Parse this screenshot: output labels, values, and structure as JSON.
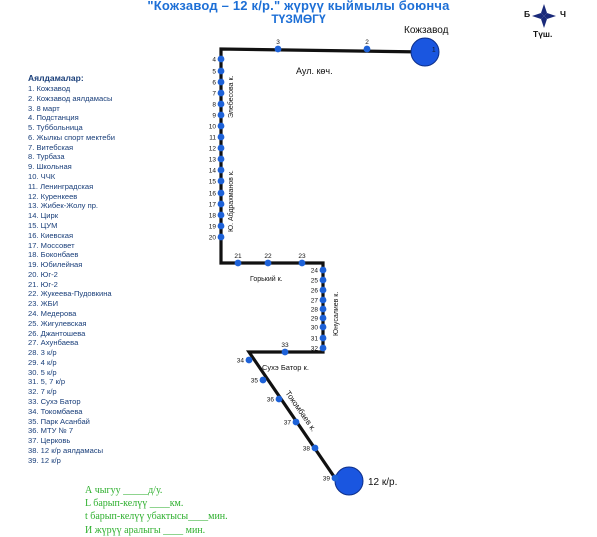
{
  "title_line1": "\"Кожзавод – 12 к/р.\" жүрүү кыймылы боюнча",
  "title_line2": "ТҮЗМӨГҮ",
  "legend_heading": "Аялдамалар:",
  "stops": [
    "1. Кожзавод",
    "2. Кожзавод аялдамасы",
    "3. 8 март",
    "4. Подстанция",
    "5. Туббольница",
    "6. Жылкы спорт мектеби",
    "7. Витебская",
    "8. Турбаза",
    "9. Школьная",
    "10. ЧЧК",
    "11. Ленинградская",
    "12. Куренкеев",
    "13. Жибек-Жолу пр.",
    "14. Цирк",
    "15. ЦУМ",
    "16. Киевская",
    "17. Моссовет",
    "18. Боконбаев",
    "19. Юбилейная",
    "20. Юг-2",
    "21. Юг-2",
    "22. Жукеева-Пудовкина",
    "23. ЖБИ",
    "24. Медерова",
    "25. Жигулевская",
    "26. Джантошева",
    "27. Ахунбаева",
    "28. 3 к/р",
    "29. 4 к/р",
    "30. 5 к/р",
    "31. 5, 7 к/р",
    "32. 7 к/р",
    "33. Сухэ Батор",
    "34. Токомбаева",
    "35. Парк Асанбай",
    "36. МТУ № 7",
    "37. Церковь",
    "38. 12 к/р аялдамасы",
    "39. 12 к/р"
  ],
  "map": {
    "terminal_start": "Кожзавод",
    "terminal_end": "12 к/р.",
    "streets": {
      "aul": "Аул. көч.",
      "zhlebesova": "Элебесова к.",
      "abdrakhmanov": "Ю. Абдрахманов к.",
      "gorky": "Горький к.",
      "yunusaliev": "Юнусалиев к.",
      "sukhe_bator": "Сухэ Батор к.",
      "tokombaev": "Токомбаев к."
    },
    "stop_labels": [
      "1",
      "2",
      "3",
      "4",
      "5",
      "6",
      "7",
      "8",
      "9",
      "10",
      "11",
      "12",
      "13",
      "14",
      "15",
      "16",
      "17",
      "18",
      "19",
      "20",
      "21",
      "22",
      "23",
      "24",
      "25",
      "26",
      "27",
      "28",
      "29",
      "30",
      "31",
      "32",
      "33",
      "34",
      "35",
      "36",
      "37",
      "38",
      "39"
    ]
  },
  "compass": {
    "north": "Б",
    "east": "Ч",
    "south": "Түш."
  },
  "footer": [
    "А чыгуу _____д/у.",
    "L барып-келүү ____км.",
    "t барып-келүү убактысы____мин.",
    "И жүрүү аралыгы ____ мин."
  ],
  "colors": {
    "route_line": "#111111",
    "stop_dot": "#1e62d8",
    "terminal": "#1a56e0",
    "title": "#1d6fd6",
    "footer": "#2fb02f"
  }
}
